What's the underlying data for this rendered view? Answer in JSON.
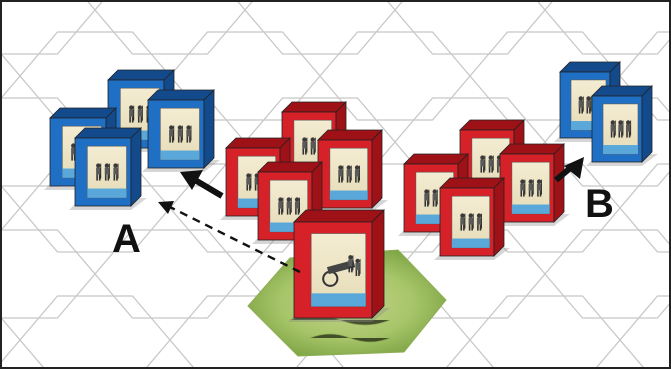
{
  "diagram": {
    "label_a": "A",
    "label_b": "B"
  },
  "colors": {
    "background": "#ffffff",
    "hex_grid": "#c8c8c8",
    "frame": "#222222",
    "red_unit": "#d62128",
    "red_unit_dark": "#9e1116",
    "blue_unit": "#1f6fc4",
    "blue_unit_dark": "#124a8c",
    "hill": "#9fbf63",
    "arrow": "#111111"
  },
  "units": {
    "blue_group_a": [
      "infantry",
      "infantry",
      "infantry",
      "infantry"
    ],
    "red_group_center": [
      "infantry",
      "infantry",
      "infantry",
      "infantry"
    ],
    "red_artillery": [
      "artillery"
    ],
    "red_group_right": [
      "infantry",
      "infantry",
      "infantry",
      "infantry"
    ],
    "blue_group_b": [
      "infantry",
      "infantry"
    ]
  },
  "icons": {
    "infantry": "infantry-soldiers-icon",
    "artillery": "artillery-cannon-icon",
    "arrow_a": "arrow-left-icon",
    "arrow_b": "arrow-right-icon",
    "path": "dashed-line-of-sight"
  }
}
